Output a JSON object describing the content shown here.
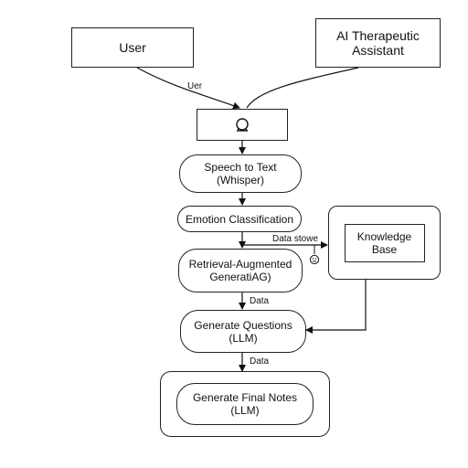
{
  "nodes": {
    "user": "User",
    "ai_assistant": "AI Therapeutic\nAssistant",
    "speech_to_text": "Speech to Text\n(Whisper)",
    "emotion": "Emotion Classification",
    "knowledge_base": "Knowledge\nBase",
    "rag": "Retrieval-Augmented\nGeneratiAG)",
    "gen_questions": "Generate Questions\n(LLM)",
    "gen_notes": "Generate Final Notes\n(LLM)"
  },
  "edge_labels": {
    "user_in": "Uer",
    "data_store": "Data stowe",
    "data_1": "Data",
    "data_2": "Data"
  },
  "icons": {
    "mic": "microphone-icon",
    "face": "face-icon"
  }
}
